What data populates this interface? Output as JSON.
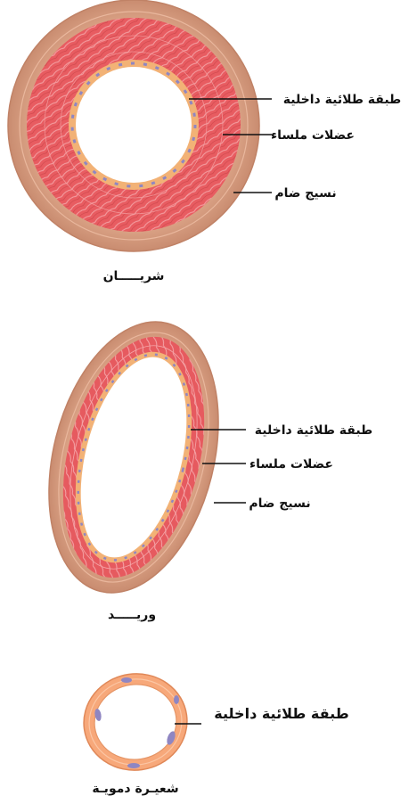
{
  "artery": {
    "caption": "شريـــــان",
    "labels": {
      "endothelium": "طبقة طلائية داخلية",
      "smooth_muscle": "عضلات ملساء",
      "connective_tissue": "نسيج ضام"
    }
  },
  "vein": {
    "caption": "وريـــــد",
    "labels": {
      "endothelium": "طبقة طلائية داخلية",
      "smooth_muscle": "عضلات ملساء",
      "connective_tissue": "نسيج ضام"
    }
  },
  "capillary": {
    "caption": "شعيـرة دمويـة",
    "labels": {
      "endothelium": "طبقة طلائية داخلية"
    }
  },
  "colors": {
    "connective_tissue": "#d9a084",
    "connective_edge": "#b97a5e",
    "smooth_muscle": "#e85c61",
    "muscle_stripe": "#f4a0a3",
    "endothelium": "#f2b276",
    "nucleus": "#8f86c2",
    "capillary_wall": "#f7a87a",
    "lumen": "#ffffff"
  }
}
